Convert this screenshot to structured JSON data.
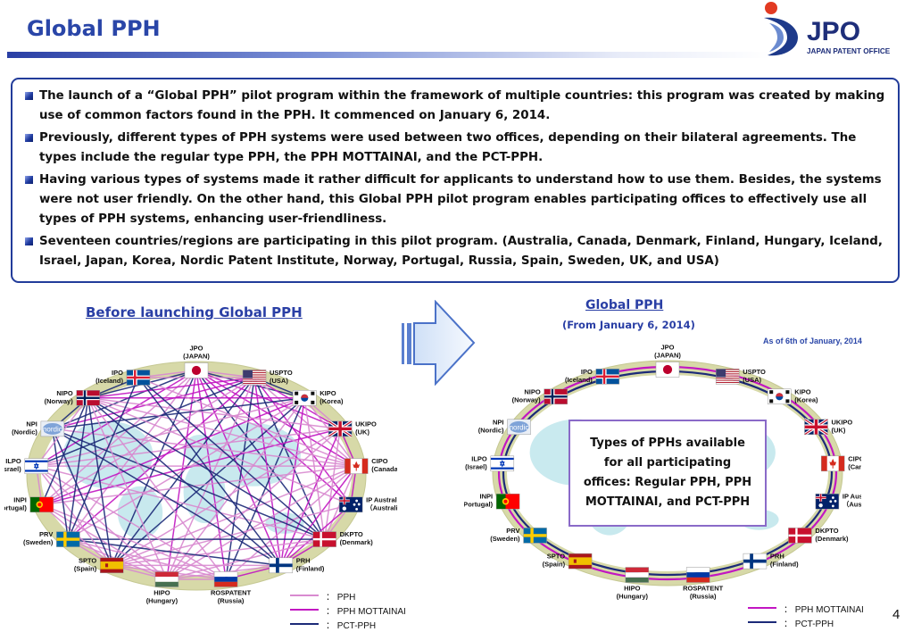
{
  "header": {
    "title": "Global PPH",
    "logo_text": "JPO",
    "logo_subtext": "JAPAN PATENT OFFICE"
  },
  "bullets": [
    "The launch of a “Global PPH” pilot program within the framework of multiple countries: this program was created by making use of common factors found in the PPH. It commenced on January 6, 2014.",
    "Previously, different types of PPH systems were used between two offices, depending on their bilateral agreements. The types include the regular type PPH, the PPH MOTTAINAI, and the PCT-PPH.",
    "Having various types of systems made it rather difficult for applicants to understand how to use them. Besides, the systems were not user friendly. On the other hand,  this Global PPH pilot program enables participating offices to effectively use all types of  PPH systems, enhancing user-friendliness.",
    "Seventeen countries/regions are participating in this pilot program. (Australia, Canada, Denmark, Finland, Hungary, Iceland, Israel, Japan, Korea, Nordic Patent Institute, Norway, Portugal, Russia, Spain, Sweden, UK, and USA)"
  ],
  "left_panel": {
    "title": "Before launching Global PPH",
    "legend": [
      {
        "label": "： PPH",
        "color": "#d98ad0"
      },
      {
        "label": "： PPH   MOTTAINAI",
        "color": "#c216c2"
      },
      {
        "label": "： PCT-PPH",
        "color": "#1c2a78"
      }
    ]
  },
  "right_panel": {
    "title": "Global PPH",
    "subtitle": "(From January 6, 2014)",
    "as_of": "As of 6th of January, 2014",
    "types_box": "Types of PPHs available for all participating offices: Regular PPH, PPH MOTTAINAI, and PCT-PPH",
    "legend": [
      {
        "label": "： PPH   MOTTAINAI",
        "color": "#c216c2"
      },
      {
        "label": "： PCT-PPH",
        "color": "#1c2a78"
      }
    ]
  },
  "offices": [
    {
      "id": "jpo",
      "name": "JPO",
      "country": "(JAPAN)",
      "flag": "japan"
    },
    {
      "id": "uspto",
      "name": "USPTO",
      "country": "(USA)",
      "flag": "usa"
    },
    {
      "id": "kipo",
      "name": "KIPO",
      "country": "(Korea)",
      "flag": "korea"
    },
    {
      "id": "ukipo",
      "name": "UKIPO",
      "country": "(UK)",
      "flag": "uk"
    },
    {
      "id": "cipo",
      "name": "CIPO",
      "country": "(Canada)",
      "flag": "canada"
    },
    {
      "id": "ipa",
      "name": "IP Australia",
      "country": "（Australia）",
      "flag": "australia"
    },
    {
      "id": "dkpto",
      "name": "DKPTO",
      "country": "(Denmark)",
      "flag": "denmark"
    },
    {
      "id": "prh",
      "name": "PRH",
      "country": "(Finland)",
      "flag": "finland"
    },
    {
      "id": "rospatent",
      "name": "ROSPATENT",
      "country": "(Russia)",
      "flag": "russia"
    },
    {
      "id": "hipo",
      "name": "HIPO",
      "country": "(Hungary)",
      "flag": "hungary"
    },
    {
      "id": "spto",
      "name": "SPTO",
      "country": "(Spain)",
      "flag": "spain"
    },
    {
      "id": "prv",
      "name": "PRV",
      "country": "(Sweden)",
      "flag": "sweden"
    },
    {
      "id": "inpi",
      "name": "INPI",
      "country": "(Portugal)",
      "flag": "portugal"
    },
    {
      "id": "ilpo",
      "name": "ILPO",
      "country": "(Israel)",
      "flag": "israel"
    },
    {
      "id": "npi",
      "name": "NPI",
      "country": "(Nordic)",
      "flag": "nordic",
      "flag_text": "nordic"
    },
    {
      "id": "nipo",
      "name": "NIPO",
      "country": "(Norway)",
      "flag": "norway"
    },
    {
      "id": "ipo",
      "name": "IPO",
      "country": "(Iceland)",
      "flag": "iceland"
    }
  ],
  "left_links": [
    {
      "a": "jpo",
      "b": "uspto",
      "type": "pph"
    },
    {
      "a": "jpo",
      "b": "kipo",
      "type": "pct"
    },
    {
      "a": "jpo",
      "b": "ukipo",
      "type": "mottainai"
    },
    {
      "a": "jpo",
      "b": "cipo",
      "type": "mottainai"
    },
    {
      "a": "jpo",
      "b": "ipa",
      "type": "mottainai"
    },
    {
      "a": "jpo",
      "b": "dkpto",
      "type": "pct"
    },
    {
      "a": "jpo",
      "b": "prh",
      "type": "mottainai"
    },
    {
      "a": "jpo",
      "b": "rospatent",
      "type": "mottainai"
    },
    {
      "a": "jpo",
      "b": "hipo",
      "type": "mottainai"
    },
    {
      "a": "jpo",
      "b": "spto",
      "type": "pct"
    },
    {
      "a": "jpo",
      "b": "prv",
      "type": "pph"
    },
    {
      "a": "jpo",
      "b": "inpi",
      "type": "pph"
    },
    {
      "a": "jpo",
      "b": "ilpo",
      "type": "mottainai"
    },
    {
      "a": "jpo",
      "b": "npi",
      "type": "pct"
    },
    {
      "a": "jpo",
      "b": "nipo",
      "type": "pct"
    },
    {
      "a": "jpo",
      "b": "ipo",
      "type": "pph"
    },
    {
      "a": "uspto",
      "b": "kipo",
      "type": "pct"
    },
    {
      "a": "uspto",
      "b": "ukipo",
      "type": "mottainai"
    },
    {
      "a": "uspto",
      "b": "cipo",
      "type": "pph"
    },
    {
      "a": "uspto",
      "b": "ipa",
      "type": "mottainai"
    },
    {
      "a": "uspto",
      "b": "dkpto",
      "type": "pct"
    },
    {
      "a": "uspto",
      "b": "prh",
      "type": "mottainai"
    },
    {
      "a": "uspto",
      "b": "rospatent",
      "type": "pct"
    },
    {
      "a": "uspto",
      "b": "hipo",
      "type": "pph"
    },
    {
      "a": "uspto",
      "b": "spto",
      "type": "pct"
    },
    {
      "a": "uspto",
      "b": "prv",
      "type": "mottainai"
    },
    {
      "a": "uspto",
      "b": "inpi",
      "type": "pph"
    },
    {
      "a": "uspto",
      "b": "ilpo",
      "type": "pct"
    },
    {
      "a": "uspto",
      "b": "npi",
      "type": "mottainai"
    },
    {
      "a": "uspto",
      "b": "nipo",
      "type": "mottainai"
    },
    {
      "a": "uspto",
      "b": "ipo",
      "type": "pph"
    },
    {
      "a": "kipo",
      "b": "ukipo",
      "type": "pph"
    },
    {
      "a": "kipo",
      "b": "cipo",
      "type": "pph"
    },
    {
      "a": "kipo",
      "b": "dkpto",
      "type": "pph"
    },
    {
      "a": "kipo",
      "b": "prh",
      "type": "mottainai"
    },
    {
      "a": "kipo",
      "b": "rospatent",
      "type": "pct"
    },
    {
      "a": "kipo",
      "b": "hipo",
      "type": "pph"
    },
    {
      "a": "kipo",
      "b": "spto",
      "type": "pct"
    },
    {
      "a": "kipo",
      "b": "prv",
      "type": "pph"
    },
    {
      "a": "kipo",
      "b": "inpi",
      "type": "mottainai"
    },
    {
      "a": "kipo",
      "b": "ilpo",
      "type": "pph"
    },
    {
      "a": "kipo",
      "b": "npi",
      "type": "pct"
    },
    {
      "a": "kipo",
      "b": "nipo",
      "type": "mottainai"
    },
    {
      "a": "ukipo",
      "b": "cipo",
      "type": "mottainai"
    },
    {
      "a": "ukipo",
      "b": "dkpto",
      "type": "pph"
    },
    {
      "a": "ukipo",
      "b": "prh",
      "type": "mottainai"
    },
    {
      "a": "ukipo",
      "b": "hipo",
      "type": "pph"
    },
    {
      "a": "ukipo",
      "b": "spto",
      "type": "pph"
    },
    {
      "a": "ukipo",
      "b": "inpi",
      "type": "mottainai"
    },
    {
      "a": "ukipo",
      "b": "ilpo",
      "type": "pph"
    },
    {
      "a": "ukipo",
      "b": "nipo",
      "type": "pph"
    },
    {
      "a": "cipo",
      "b": "ipa",
      "type": "mottainai"
    },
    {
      "a": "cipo",
      "b": "dkpto",
      "type": "pph"
    },
    {
      "a": "cipo",
      "b": "prh",
      "type": "mottainai"
    },
    {
      "a": "cipo",
      "b": "rospatent",
      "type": "pph"
    },
    {
      "a": "cipo",
      "b": "hipo",
      "type": "pph"
    },
    {
      "a": "cipo",
      "b": "spto",
      "type": "pph"
    },
    {
      "a": "cipo",
      "b": "inpi",
      "type": "pph"
    },
    {
      "a": "cipo",
      "b": "ilpo",
      "type": "pph"
    },
    {
      "a": "cipo",
      "b": "npi",
      "type": "pph"
    },
    {
      "a": "cipo",
      "b": "nipo",
      "type": "pph"
    },
    {
      "a": "cipo",
      "b": "ipo",
      "type": "pph"
    },
    {
      "a": "ipa",
      "b": "dkpto",
      "type": "pph"
    },
    {
      "a": "ipa",
      "b": "prh",
      "type": "mottainai"
    },
    {
      "a": "ipa",
      "b": "spto",
      "type": "pph"
    },
    {
      "a": "ipa",
      "b": "nipo",
      "type": "pph"
    },
    {
      "a": "dkpto",
      "b": "prh",
      "type": "mottainai"
    },
    {
      "a": "dkpto",
      "b": "hipo",
      "type": "pph"
    },
    {
      "a": "dkpto",
      "b": "spto",
      "type": "pph"
    },
    {
      "a": "dkpto",
      "b": "prv",
      "type": "pct"
    },
    {
      "a": "dkpto",
      "b": "ilpo",
      "type": "pph"
    },
    {
      "a": "dkpto",
      "b": "npi",
      "type": "pct"
    },
    {
      "a": "dkpto",
      "b": "nipo",
      "type": "pct"
    },
    {
      "a": "dkpto",
      "b": "ipo",
      "type": "pct"
    },
    {
      "a": "prh",
      "b": "rospatent",
      "type": "mottainai"
    },
    {
      "a": "prh",
      "b": "hipo",
      "type": "pph"
    },
    {
      "a": "prh",
      "b": "spto",
      "type": "pph"
    },
    {
      "a": "prh",
      "b": "prv",
      "type": "pct"
    },
    {
      "a": "prh",
      "b": "npi",
      "type": "pct"
    },
    {
      "a": "prh",
      "b": "nipo",
      "type": "pct"
    },
    {
      "a": "prh",
      "b": "ipo",
      "type": "pct"
    },
    {
      "a": "rospatent",
      "b": "hipo",
      "type": "pph"
    },
    {
      "a": "rospatent",
      "b": "spto",
      "type": "pph"
    },
    {
      "a": "rospatent",
      "b": "prv",
      "type": "pph"
    },
    {
      "a": "rospatent",
      "b": "inpi",
      "type": "pph"
    },
    {
      "a": "rospatent",
      "b": "ilpo",
      "type": "pph"
    },
    {
      "a": "rospatent",
      "b": "nipo",
      "type": "pph"
    },
    {
      "a": "hipo",
      "b": "spto",
      "type": "pph"
    },
    {
      "a": "hipo",
      "b": "prv",
      "type": "pph"
    },
    {
      "a": "hipo",
      "b": "inpi",
      "type": "pph"
    },
    {
      "a": "hipo",
      "b": "ilpo",
      "type": "pph"
    },
    {
      "a": "hipo",
      "b": "nipo",
      "type": "pph"
    },
    {
      "a": "spto",
      "b": "prv",
      "type": "pph"
    },
    {
      "a": "spto",
      "b": "inpi",
      "type": "pph"
    },
    {
      "a": "spto",
      "b": "ilpo",
      "type": "pph"
    },
    {
      "a": "spto",
      "b": "npi",
      "type": "pct"
    },
    {
      "a": "spto",
      "b": "nipo",
      "type": "pct"
    },
    {
      "a": "prv",
      "b": "npi",
      "type": "pct"
    },
    {
      "a": "prv",
      "b": "nipo",
      "type": "pct"
    },
    {
      "a": "prv",
      "b": "ipo",
      "type": "pct"
    },
    {
      "a": "inpi",
      "b": "ilpo",
      "type": "pph"
    },
    {
      "a": "inpi",
      "b": "nipo",
      "type": "pct"
    },
    {
      "a": "ilpo",
      "b": "nipo",
      "type": "pph"
    },
    {
      "a": "npi",
      "b": "nipo",
      "type": "pct"
    },
    {
      "a": "nipo",
      "b": "ipo",
      "type": "pct"
    }
  ],
  "page_number": "4"
}
